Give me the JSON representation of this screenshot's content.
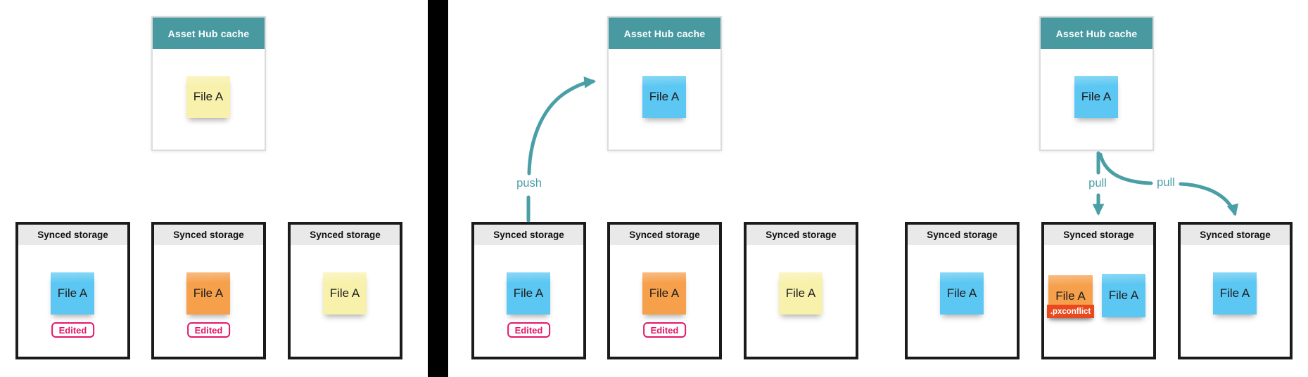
{
  "colors": {
    "teal_header": "#489aa0",
    "arrow_teal": "#4a9fa6",
    "divider_black": "#000000",
    "storage_border": "#1b1b1b",
    "storage_header_bg": "#e9e9e9",
    "badge_pink": "#e1176b",
    "conflict_red": "#e8491d",
    "note_blue": "#5bc7f2",
    "note_orange": "#f6a04c",
    "note_yellow": "#f8f1ac"
  },
  "labels": {
    "push": "push",
    "pull_left": "pull",
    "pull_right": "pull"
  },
  "panels": [
    {
      "hub": {
        "title": "Asset Hub cache",
        "note": {
          "label": "File A",
          "color": "#f8f1ac"
        }
      },
      "storages": [
        {
          "title": "Synced storage",
          "badge": "Edited",
          "notes": [
            {
              "label": "File A",
              "color": "#5bc7f2"
            }
          ]
        },
        {
          "title": "Synced storage",
          "badge": "Edited",
          "notes": [
            {
              "label": "File A",
              "color": "#f6a04c"
            }
          ]
        },
        {
          "title": "Synced storage",
          "notes": [
            {
              "label": "File A",
              "color": "#f8f1ac"
            }
          ]
        }
      ]
    },
    {
      "hub": {
        "title": "Asset Hub cache",
        "note": {
          "label": "File A",
          "color": "#5bc7f2"
        }
      },
      "storages": [
        {
          "title": "Synced storage",
          "badge": "Edited",
          "notes": [
            {
              "label": "File A",
              "color": "#5bc7f2"
            }
          ]
        },
        {
          "title": "Synced storage",
          "badge": "Edited",
          "notes": [
            {
              "label": "File A",
              "color": "#f6a04c"
            }
          ]
        },
        {
          "title": "Synced storage",
          "notes": [
            {
              "label": "File A",
              "color": "#f8f1ac"
            }
          ]
        }
      ]
    },
    {
      "hub": {
        "title": "Asset Hub cache",
        "note": {
          "label": "File A",
          "color": "#5bc7f2"
        }
      },
      "storages": [
        {
          "title": "Synced storage",
          "notes": [
            {
              "label": "File A",
              "color": "#5bc7f2"
            }
          ]
        },
        {
          "title": "Synced storage",
          "notes": [
            {
              "label": "File A",
              "color": "#f6a04c",
              "tag": ".pxconflict"
            },
            {
              "label": "File A",
              "color": "#5bc7f2"
            }
          ]
        },
        {
          "title": "Synced storage",
          "notes": [
            {
              "label": "File A",
              "color": "#5bc7f2"
            }
          ]
        }
      ]
    }
  ]
}
